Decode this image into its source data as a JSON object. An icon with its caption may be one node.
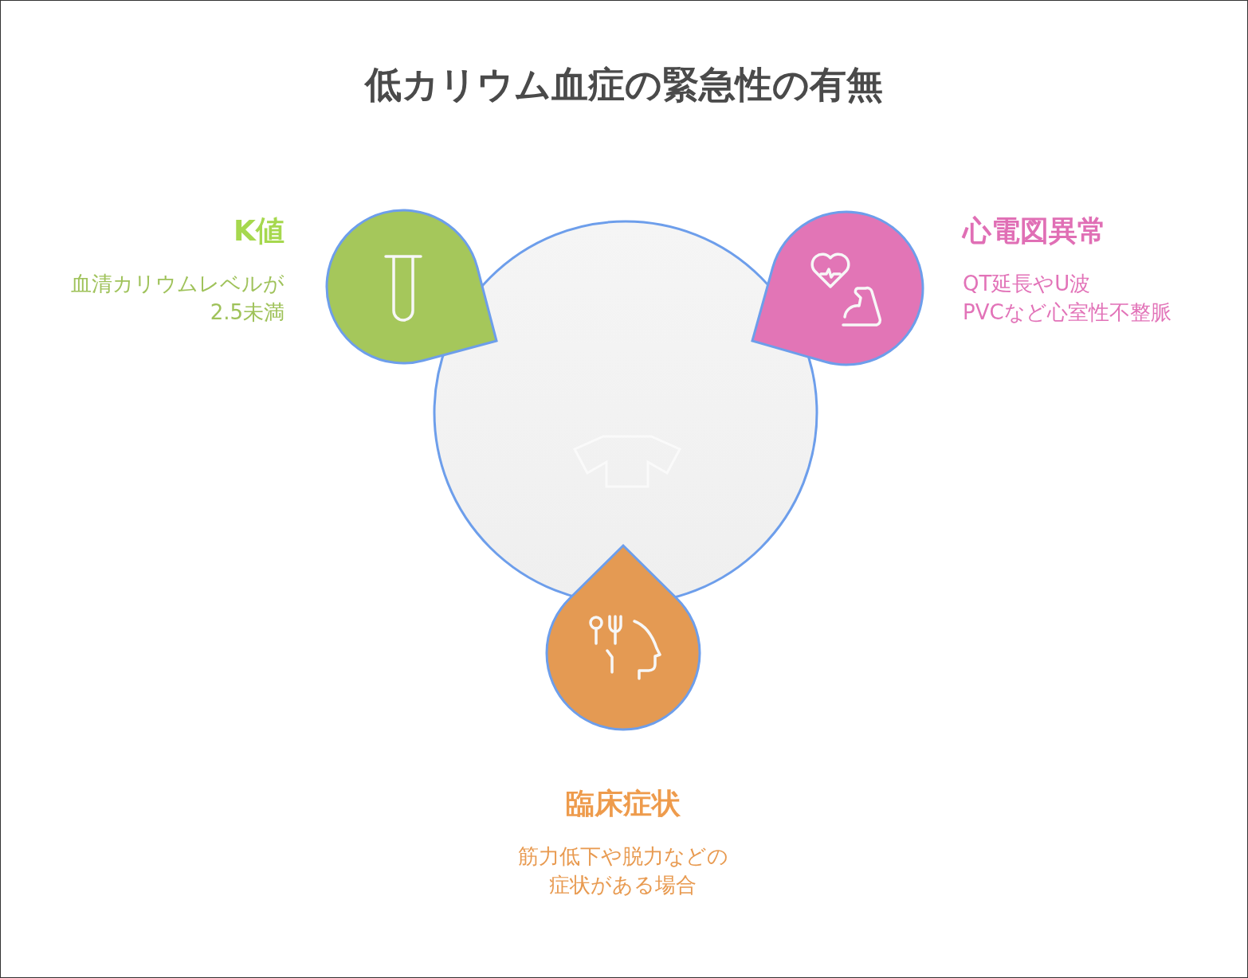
{
  "diagram": {
    "title": "低カリウム血症の緊急性の有無",
    "nodes": [
      {
        "text": [],
        "shape": "circle"
      },
      {
        "text": [
          "K値",
          "血清カリウムレベルが2.5未満"
        ]
      },
      {
        "text": [
          "心電図異常",
          "QT延長やU波",
          "PVCなど心室性不整脈"
        ]
      },
      {
        "text": [
          "臨床症状",
          "筋力低下や脱力などの症状がある場合"
        ]
      }
    ]
  }
}
